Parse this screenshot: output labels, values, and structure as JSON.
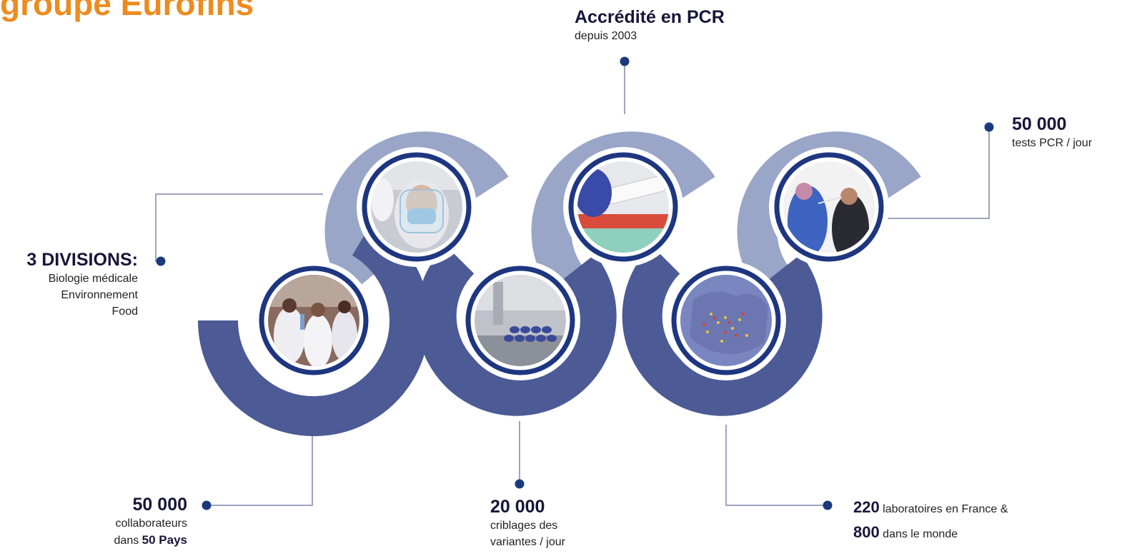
{
  "title": "groupe Eurofins",
  "colors": {
    "light_arc": "#9aa6c8",
    "dark_arc": "#4c5a96",
    "ring": "#1e3680",
    "dot": "#1a3a7c",
    "line": "#7d86a8",
    "title": "#ed8b1e"
  },
  "callouts": {
    "divisions": {
      "heading": "3 DIVISIONS:",
      "lines": [
        "Biologie médicale",
        "Environnement",
        "Food"
      ]
    },
    "pcr_accredited": {
      "heading": "Accrédité en PCR",
      "sub": "depuis 2003"
    },
    "tests": {
      "number": "50 000",
      "sub": "tests PCR / jour"
    },
    "staff": {
      "number": "50 000",
      "line1": "collaborateurs",
      "line2_prefix": "dans ",
      "line2_bold": "50 Pays"
    },
    "screening": {
      "number": "20 000",
      "line1": "criblages des",
      "line2": "variantes / jour"
    },
    "labs": {
      "number1": "220",
      "text1": " laboratoires en France &",
      "number2": "800",
      "text2": " dans le monde"
    }
  },
  "photos": [
    {
      "icon": "lab-workers-photo"
    },
    {
      "icon": "face-shield-worker-photo"
    },
    {
      "icon": "sample-vials-photo"
    },
    {
      "icon": "pcr-test-tube-photo"
    },
    {
      "icon": "europe-map-photo"
    },
    {
      "icon": "nasal-swab-test-photo"
    }
  ]
}
